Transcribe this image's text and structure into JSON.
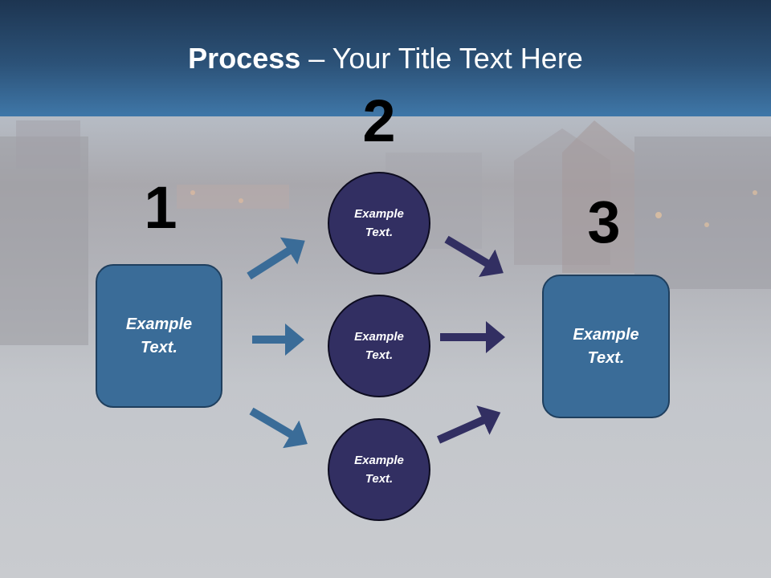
{
  "title": {
    "bold": "Process",
    "rest": " – Your Title Text Here"
  },
  "steps": {
    "one": "1",
    "two": "2",
    "three": "3"
  },
  "left_box": {
    "text": "Example\nText."
  },
  "right_box": {
    "text": "Example\nText."
  },
  "circles": [
    {
      "text": "Example\nText."
    },
    {
      "text": "Example\nText."
    },
    {
      "text": "Example\nText."
    }
  ],
  "colors": {
    "title_bar": "#2c5278",
    "box_fill": "#3a6c98",
    "circle_fill": "#322f62",
    "left_arrows": "#3a6c98",
    "right_arrows": "#322f62"
  }
}
